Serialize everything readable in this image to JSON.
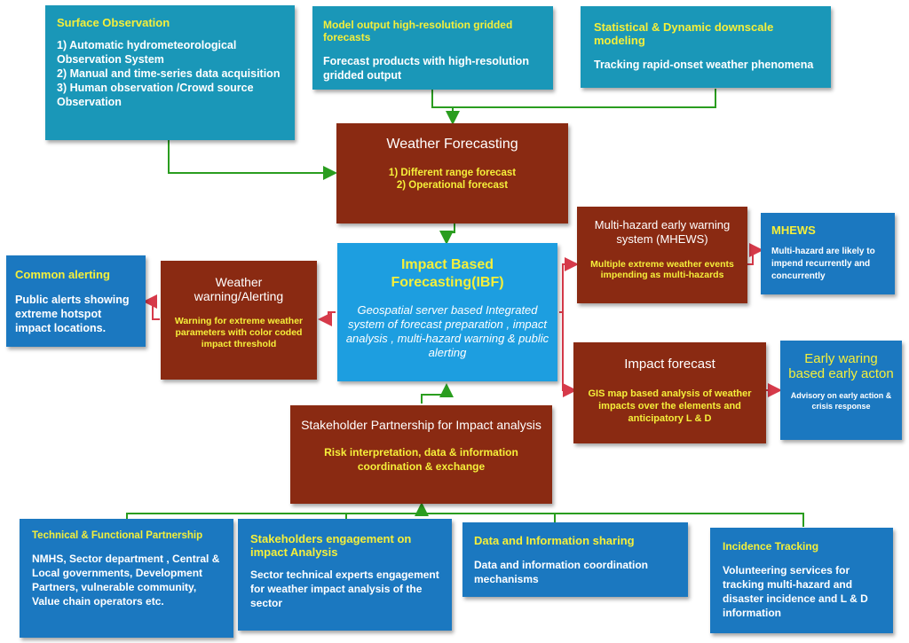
{
  "surface": {
    "title": "Surface Observation",
    "lines": [
      "1) Automatic hydrometeorological Observation System",
      "2) Manual and time-series data acquisition",
      "3) Human observation /Crowd source Observation"
    ]
  },
  "model_output": {
    "title": "Model output high-resolution gridded forecasts",
    "body": "Forecast products with high-resolution gridded output"
  },
  "downscale": {
    "title": "Statistical & Dynamic downscale modeling",
    "body": "Tracking  rapid-onset weather phenomena"
  },
  "weather_forecasting": {
    "title": "Weather Forecasting",
    "lines": [
      "1) Different range  forecast",
      "2) Operational forecast"
    ]
  },
  "ibf": {
    "title": "Impact Based Forecasting(IBF)",
    "body": "Geospatial server based Integrated system of forecast preparation , impact analysis , multi-hazard warning & public  alerting"
  },
  "weather_warning": {
    "title": "Weather warning/Alerting",
    "body": "Warning for extreme weather parameters with color coded impact threshold"
  },
  "common_alerting": {
    "title": "Common alerting",
    "body": "Public alerts showing extreme hotspot impact locations."
  },
  "mhews_system": {
    "title": "Multi-hazard early warning system (MHEWS)",
    "body": "Multiple extreme weather events impending as  multi-hazards"
  },
  "mhews": {
    "title": "MHEWS",
    "body": "Multi-hazard  are likely to impend recurrently and concurrently"
  },
  "impact_forecast": {
    "title": "Impact forecast",
    "body": "GIS map based analysis of weather impacts over the elements and anticipatory L & D"
  },
  "early_action": {
    "title": "Early waring based early acton",
    "body": "Advisory on early action  & crisis response"
  },
  "stakeholder_partnership": {
    "title": "Stakeholder Partnership for Impact analysis",
    "body": "Risk interpretation, data & information coordination & exchange"
  },
  "technical": {
    "title": "Technical  & Functional Partnership",
    "body": "NMHS, Sector department , Central &  Local governments, Development Partners, vulnerable community, Value chain operators etc."
  },
  "stakeholder_engagement": {
    "title": "Stakeholders engagement on impact  Analysis",
    "body": "Sector technical experts engagement for weather impact analysis of the sector"
  },
  "data_sharing": {
    "title": "Data and Information sharing",
    "body": "Data and information coordination mechanisms"
  },
  "incidence": {
    "title": "Incidence Tracking",
    "body": "Volunteering services for tracking multi-hazard and disaster incidence and L & D information"
  },
  "colors": {
    "teal_box": "#1a97b8",
    "blue_box": "#1b78c0",
    "ibf_box": "#1d9ee0",
    "brown_box": "#8a2a12",
    "title_yellow": "#f5ef3a",
    "connector_green": "#2a9d1f",
    "connector_red": "#d63a4a"
  }
}
